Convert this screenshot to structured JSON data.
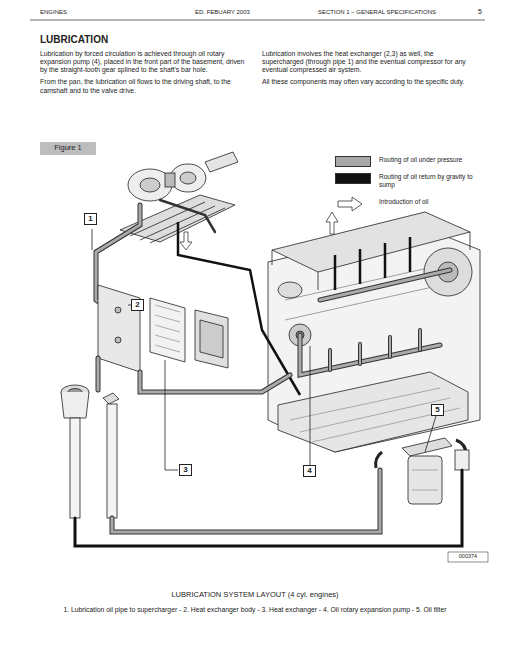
{
  "diagram": {
    "title": "LUBRICATION",
    "caption": "LUBRICATION SYSTEM LAYOUT (4 cyl. engines)",
    "nodes": [
      {
        "text": [
          "Figure 1"
        ]
      },
      {
        "text": [
          "1"
        ]
      },
      {
        "text": [
          "2"
        ]
      },
      {
        "text": [
          "3"
        ]
      },
      {
        "text": [
          "4"
        ]
      },
      {
        "text": [
          "5"
        ]
      }
    ],
    "labels": [
      "ENGINES",
      "ED. FEBUARY 2003",
      "SECTION 1 – GENERAL SPECIFICATIONS",
      "5",
      "Lubrication by forced circulation is achieved through oil rotary expansion pump (4), placed in the front part of the basement, driven by the straight-tooth gear splined to the shaft's bar hole.",
      "From the pan, the lubrication oil flows to the driving shaft, to the camshaft and to the valve drive.",
      "Lubrication involves the heat exchanger (2,3) as well, the supercharged (through pipe 1) and the eventual compressor for any eventual compressed air system.",
      "All these components may often vary according to the specific duty.",
      "1. Lubrication oil pipe to supercharger - 2. Heat exchanger body - 3. Heat exchanger - 4. Oil rotary expansion pump - 5. Oil filter",
      "000374"
    ],
    "legend": [
      {
        "text": "Routing of oil under pressure",
        "color": "#a8a8a8"
      },
      {
        "text": "Routing of oil return by gravity to sump",
        "color": "#111111"
      },
      {
        "text": "Introduction of oil"
      }
    ]
  }
}
